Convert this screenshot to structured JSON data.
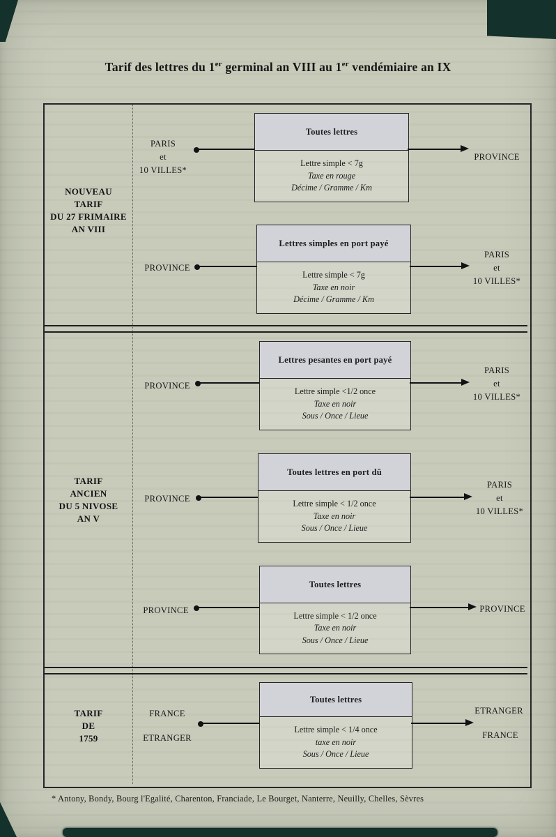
{
  "colors": {
    "paper": "#c8cbba",
    "ink": "#1d1d1f",
    "box_header_fill": "#d2d3d8",
    "scan_artifact": "#14312b"
  },
  "title": {
    "part1": "Tarif des lettres du 1",
    "sup1": "er",
    "part2": " germinal an VIII au 1",
    "sup2": "er",
    "part3": " vendémiaire an IX"
  },
  "sections": [
    {
      "label": [
        "NOUVEAU",
        "TARIF",
        "DU 27 FRIMAIRE",
        "AN VIII"
      ],
      "rows": [
        {
          "from": [
            "PARIS",
            "et",
            "10 VILLES*"
          ],
          "header": "Toutes lettres",
          "body": [
            "Lettre simple < 7g",
            "Taxe en rouge",
            "Décime / Gramme / Km"
          ],
          "to": [
            "PROVINCE"
          ]
        },
        {
          "from": [
            "PROVINCE"
          ],
          "header": "Lettres simples en port payé",
          "body": [
            "Lettre simple < 7g",
            "Taxe en noir",
            "Décime / Gramme / Km"
          ],
          "to": [
            "PARIS",
            "et",
            "10 VILLES*"
          ]
        }
      ]
    },
    {
      "label": [
        "TARIF",
        "ANCIEN",
        "DU 5 NIVOSE",
        "AN V"
      ],
      "rows": [
        {
          "from": [
            "PROVINCE"
          ],
          "header": "Lettres pesantes en port payé",
          "body": [
            "Lettre simple <1/2 once",
            "Taxe en noir",
            "Sous / Once / Lieue"
          ],
          "to": [
            "PARIS",
            "et",
            "10 VILLES*"
          ]
        },
        {
          "from": [
            "PROVINCE"
          ],
          "header": "Toutes lettres en port dû",
          "body": [
            "Lettre simple < 1/2 once",
            "Taxe en noir",
            "Sous / Once / Lieue"
          ],
          "to": [
            "PARIS",
            "et",
            "10 VILLES*"
          ]
        },
        {
          "from": [
            "PROVINCE"
          ],
          "header": "Toutes lettres",
          "body": [
            "Lettre simple < 1/2 once",
            "Taxe en noir",
            "Sous / Once / Lieue"
          ],
          "to": [
            "PROVINCE"
          ]
        }
      ]
    },
    {
      "label": [
        "TARIF",
        "DE",
        "1759"
      ],
      "rows": [
        {
          "from": [
            "FRANCE",
            "ETRANGER"
          ],
          "header": "Toutes lettres",
          "body": [
            "Lettre simple < 1/4 once",
            "taxe en noir",
            "Sous / Once / Lieue"
          ],
          "to": [
            "ETRANGER",
            "FRANCE"
          ]
        }
      ]
    }
  ],
  "footnote": "* Antony, Bondy, Bourg l'Egalité, Charenton, Franciade, Le Bourget, Nanterre, Neuilly, Chelles, Sèvres"
}
